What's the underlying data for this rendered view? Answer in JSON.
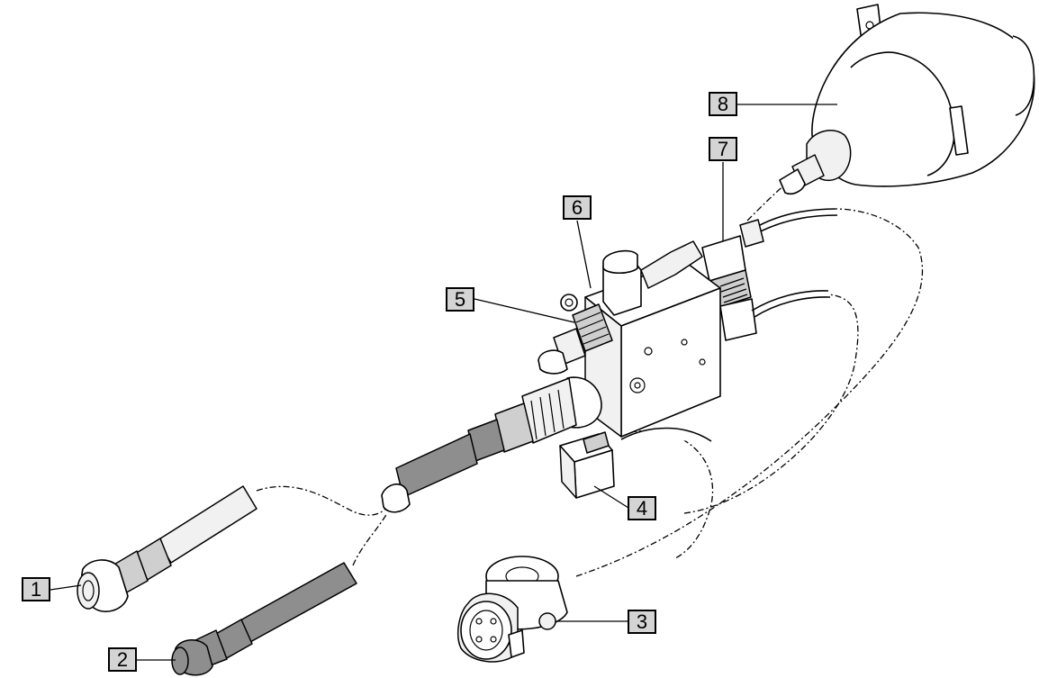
{
  "callouts": [
    {
      "id": "1",
      "label": "1"
    },
    {
      "id": "2",
      "label": "2"
    },
    {
      "id": "3",
      "label": "3"
    },
    {
      "id": "4",
      "label": "4"
    },
    {
      "id": "5",
      "label": "5"
    },
    {
      "id": "6",
      "label": "6"
    },
    {
      "id": "7",
      "label": "7"
    },
    {
      "id": "8",
      "label": "8"
    }
  ],
  "colors": {
    "callout_fill": "#d4d4d4",
    "outline": "#000000",
    "background": "#ffffff"
  }
}
